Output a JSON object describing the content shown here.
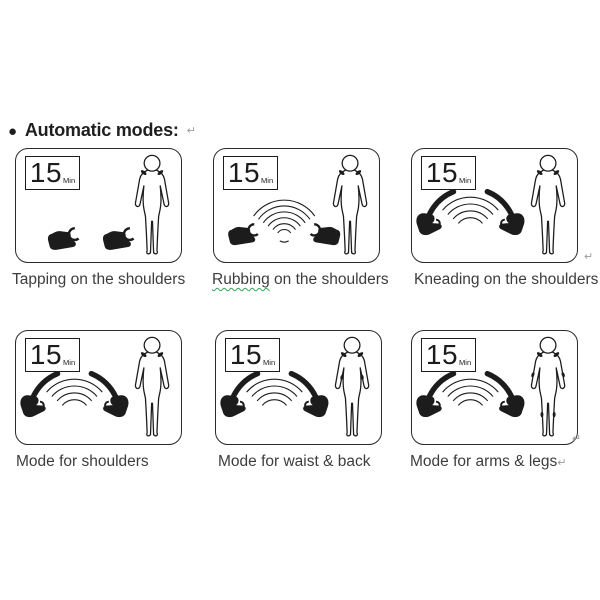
{
  "heading": {
    "bullet": "●",
    "text": "Automatic modes:"
  },
  "return_mark": "↵",
  "duration_box": {
    "value": "15",
    "unit": "Min"
  },
  "panels": [
    {
      "caption": "Tapping on the shoulders",
      "duration": "15",
      "duration_unit": "Min",
      "graphic": {
        "devices": "flat-pair-massagers",
        "waves": "none",
        "body_marks": "shoulders"
      }
    },
    {
      "caption_word_flagged": "Rubbing",
      "caption_rest": " on the shoulders",
      "caption": "Rubbing on the shoulders",
      "duration": "15",
      "duration_unit": "Min",
      "graphic": {
        "devices": "facing-pair-massagers",
        "waves": "ripple-fan",
        "body_marks": "shoulders"
      }
    },
    {
      "caption": "Kneading on the shoulders",
      "duration": "15",
      "duration_unit": "Min",
      "graphic": {
        "devices": "kneading-claw-pair",
        "waves": "arc-fan",
        "body_marks": "shoulders"
      }
    },
    {
      "caption": "Mode for shoulders",
      "duration": "15",
      "duration_unit": "Min",
      "graphic": {
        "devices": "kneading-claw-pair",
        "waves": "arc-fan",
        "body_marks": "shoulders"
      }
    },
    {
      "caption": "Mode for waist & back",
      "duration": "15",
      "duration_unit": "Min",
      "graphic": {
        "devices": "kneading-claw-pair",
        "waves": "arc-fan",
        "body_marks": "shoulders-waist"
      }
    },
    {
      "caption": "Mode for arms & legs",
      "duration": "15",
      "duration_unit": "Min",
      "graphic": {
        "devices": "kneading-claw-pair",
        "waves": "arc-fan",
        "body_marks": "shoulders-arms-legs"
      }
    }
  ],
  "colors": {
    "ink": "#1c1c1c",
    "border": "#2a2a2a",
    "caption": "#3d3d3d",
    "heading": "#1f1f1f",
    "squiggle": "#35a05c",
    "retmark": "#9b9b9b",
    "bg": "#ffffff"
  }
}
